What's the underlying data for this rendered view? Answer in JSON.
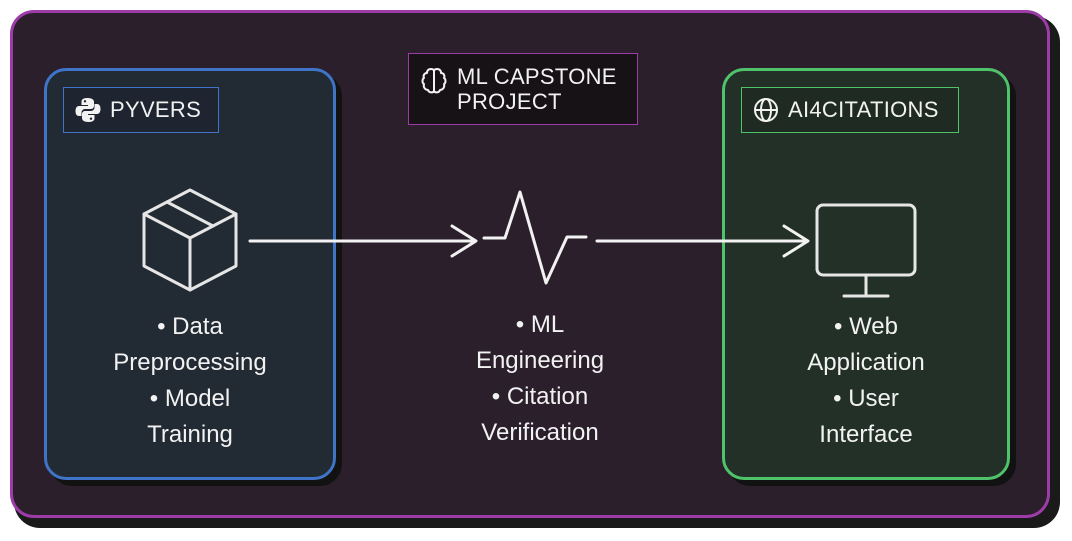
{
  "center": {
    "title_line1": "ML CAPSTONE",
    "title_line2": "PROJECT",
    "icon": "brain-icon",
    "bullets": [
      "• ML",
      "Engineering",
      "• Citation",
      "Verification"
    ]
  },
  "left_card": {
    "badge": "PYVERS",
    "badge_icon": "python-icon",
    "main_icon": "box-icon",
    "bullets": [
      "• Data",
      "Preprocessing",
      "• Model",
      "Training"
    ]
  },
  "right_card": {
    "badge": "AI4CITATIONS",
    "badge_icon": "globe-icon",
    "main_icon": "monitor-icon",
    "bullets": [
      "• Web",
      "Application",
      "• User",
      "Interface"
    ]
  },
  "colors": {
    "frame_border": "#9d3ca8",
    "left_accent": "#3f74c9",
    "right_accent": "#4fc36a",
    "background": "#2b1f2c"
  }
}
